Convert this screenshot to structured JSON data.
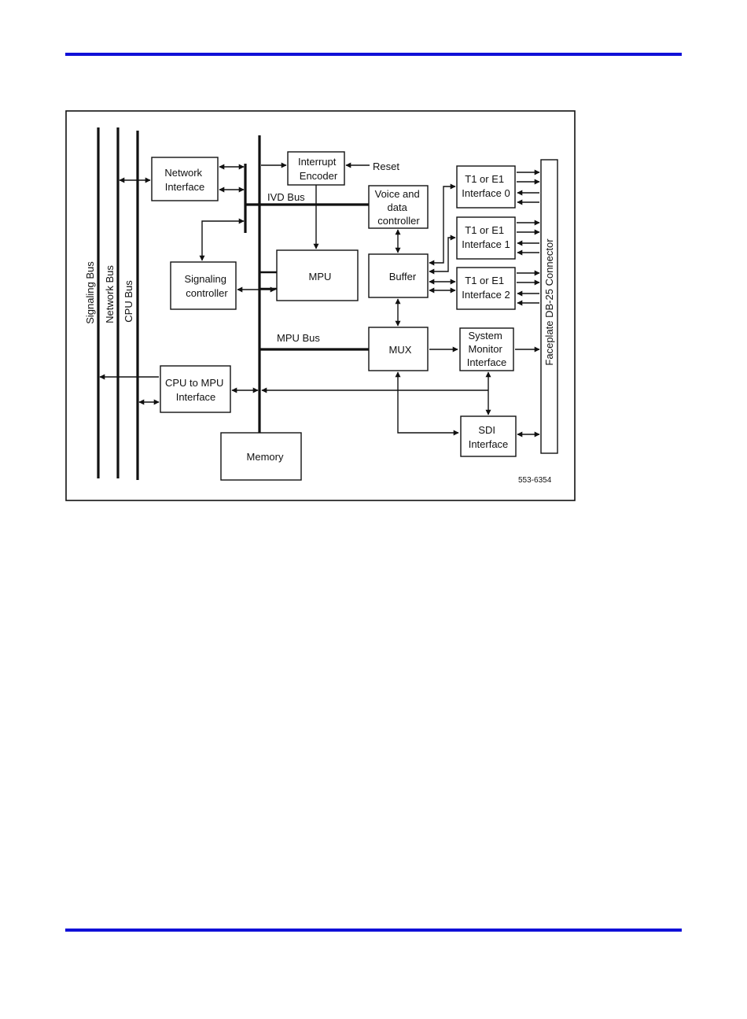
{
  "diagram": {
    "figure_id": "553-6354",
    "buses": {
      "signaling": "Signaling Bus",
      "network": "Network Bus",
      "cpu": "CPU Bus",
      "ivd": "IVD Bus",
      "mpu": "MPU Bus"
    },
    "blocks": {
      "network_interface": [
        "Network",
        "Interface"
      ],
      "interrupt_encoder": [
        "Interrupt",
        "Encoder"
      ],
      "reset": "Reset",
      "voice_data_controller": [
        "Voice and",
        "data",
        "controller"
      ],
      "t1e1_0": [
        "T1 or E1",
        "Interface 0"
      ],
      "t1e1_1": [
        "T1 or E1",
        "Interface 1"
      ],
      "t1e1_2": [
        "T1 or E1",
        "Interface 2"
      ],
      "signaling_controller": [
        "Signaling",
        "controller"
      ],
      "mpu": "MPU",
      "buffer": "Buffer",
      "mux": "MUX",
      "system_monitor": [
        "System",
        "Monitor",
        "Interface"
      ],
      "cpu_to_mpu": [
        "CPU to MPU",
        "Interface"
      ],
      "sdi": [
        "SDI",
        "Interface"
      ],
      "memory": "Memory",
      "faceplate": "Faceplate DB-25 Connector"
    }
  }
}
